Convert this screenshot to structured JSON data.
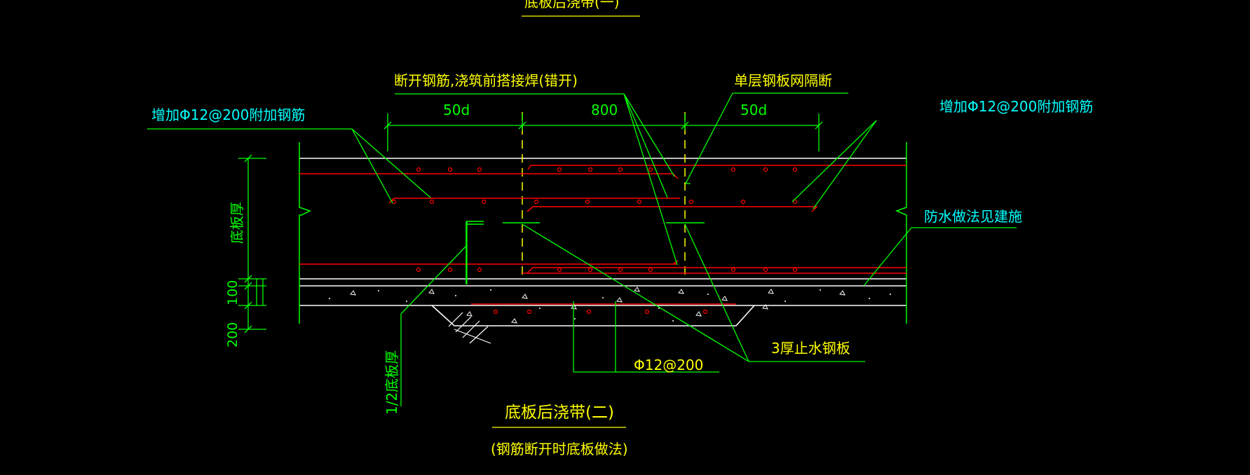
{
  "labels": {
    "top_title": "底板后浇带(一)",
    "cut_rebar_note": "断开钢筋,浇筑前搭接焊(错开)",
    "single_mesh_note": "单层钢板网隔断",
    "add_rebar_left": "增加Φ12@200附加钢筋",
    "add_rebar_right": "增加Φ12@200附加钢筋",
    "waterproof_note": "防水做法见建施",
    "steel_plate_note": "3厚止水钢板",
    "bottom_rebar_note": "Φ12@200",
    "dim_50d_left": "50d",
    "dim_800": "800",
    "dim_50d_right": "50d",
    "slab_thickness": "底板厚",
    "dim_100": "100",
    "dim_200": "200",
    "half_slab": "1/2底板厚",
    "bottom_title": "底板后浇带(二)",
    "bottom_subtitle": "(钢筋断开时底板做法)"
  },
  "colors": {
    "background": "#000000",
    "green": "#00ff00",
    "cyan": "#00ffff",
    "yellow": "#ffff00",
    "red": "#ff0000",
    "white": "#ffffff"
  }
}
